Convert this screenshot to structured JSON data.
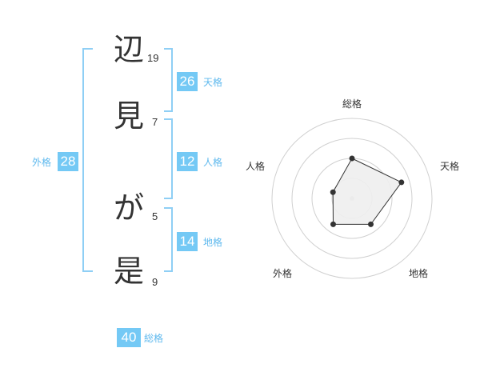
{
  "name_chars": [
    {
      "char": "辺",
      "strokes": "19"
    },
    {
      "char": "見",
      "strokes": "7"
    },
    {
      "char": "が",
      "strokes": "5"
    },
    {
      "char": "是",
      "strokes": "9"
    }
  ],
  "fortune": {
    "tenkaku": {
      "value": "26",
      "label": "天格"
    },
    "jinkaku": {
      "value": "12",
      "label": "人格"
    },
    "chikaku": {
      "value": "14",
      "label": "地格"
    },
    "gaikaku": {
      "value": "28",
      "label": "外格"
    },
    "soukaku": {
      "value": "40",
      "label": "総格"
    }
  },
  "chart_data": {
    "type": "radar",
    "axes": [
      "総格",
      "天格",
      "地格",
      "外格",
      "人格"
    ],
    "values": [
      0.5,
      0.65,
      0.4,
      0.4,
      0.25
    ],
    "rings": 4,
    "colors": {
      "ring": "#d0d0d0",
      "fill": "#eeeeee",
      "line": "#333333",
      "point": "#333333"
    }
  }
}
